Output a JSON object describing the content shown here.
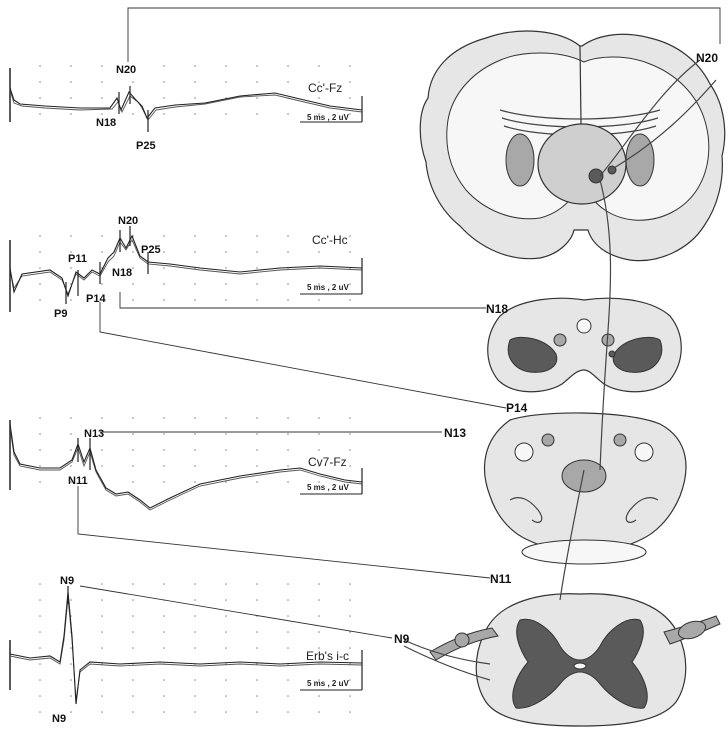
{
  "traces": [
    {
      "channel": "Cc'-Fz",
      "calibration": "5 ms , 2 uV",
      "peaks": [
        "N20",
        "N18",
        "P25"
      ]
    },
    {
      "channel": "Cc'-Hc",
      "calibration": "5 ms , 2 uV",
      "peaks": [
        "N20",
        "P11",
        "P25",
        "N18",
        "P9",
        "P14"
      ]
    },
    {
      "channel": "Cv7-Fz",
      "calibration": "5 ms , 2 uV",
      "peaks": [
        "N13",
        "N11"
      ]
    },
    {
      "channel": "Erb's i-c",
      "calibration": "5 ms , 2 uV",
      "peaks": [
        "N9",
        "N9"
      ]
    }
  ],
  "anatomy_labels": {
    "cortex": "N20",
    "thalamus": "N18",
    "medulla": "P14",
    "cervical_cord": "N13",
    "dorsal_entry": "N11",
    "brachial_plexus": "N9"
  }
}
